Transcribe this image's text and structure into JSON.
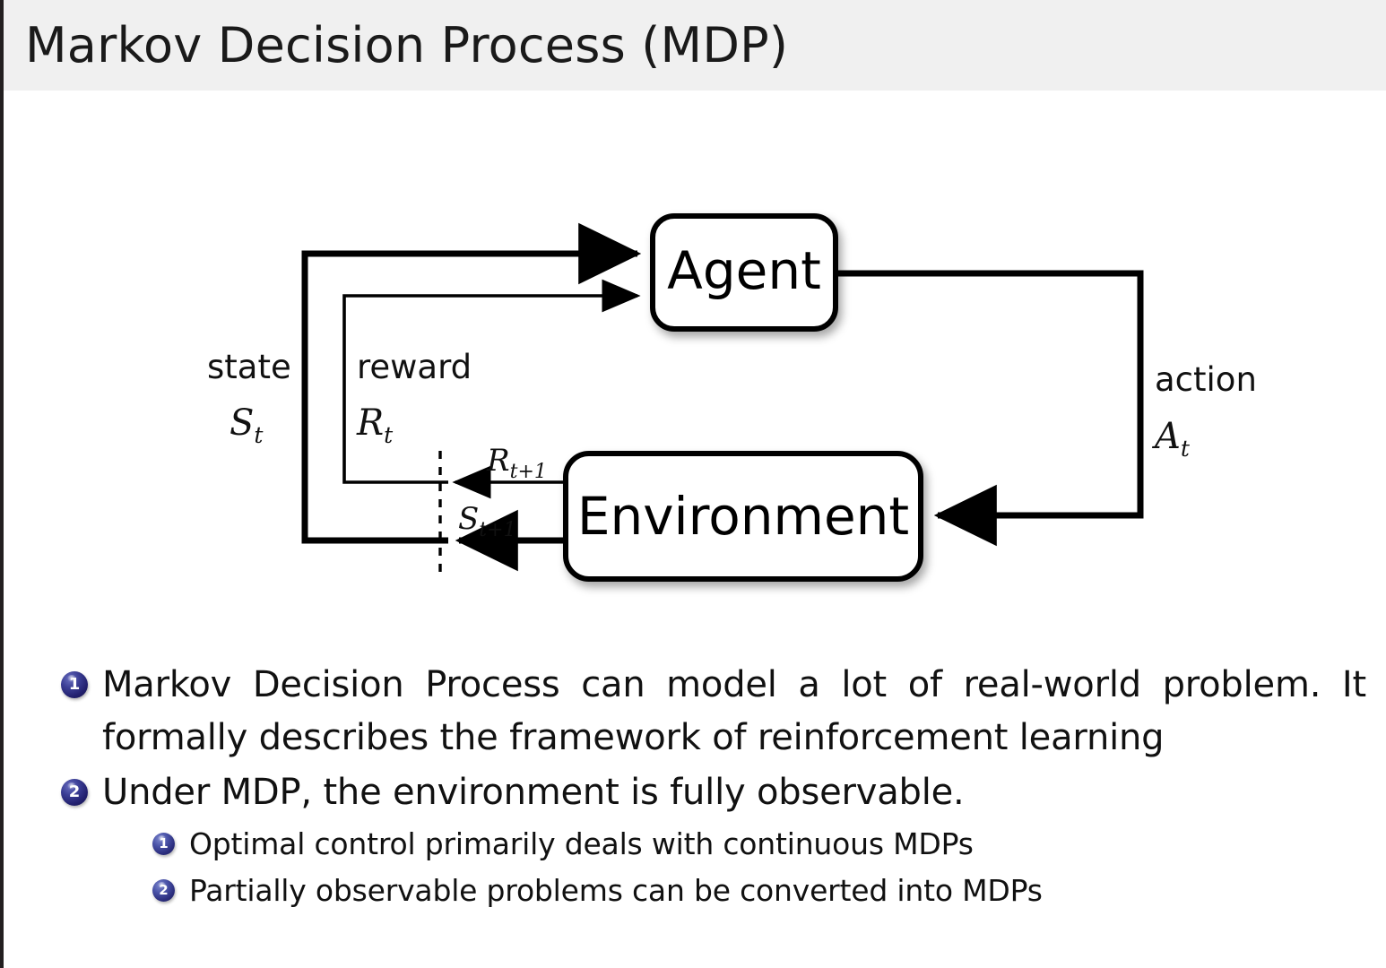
{
  "slide": {
    "title": "Markov Decision Process (MDP)",
    "header_bg": "#f0f0f0",
    "accent": "#22206e",
    "background": "#ffffff"
  },
  "diagram": {
    "name": "agent-environment-interaction-loop",
    "nodes": [
      {
        "id": "agent",
        "label": "Agent"
      },
      {
        "id": "environment",
        "label": "Environment"
      }
    ],
    "edge_labels": {
      "state_word": "state",
      "state_symbol": "S",
      "state_sub": "t",
      "reward_word": "reward",
      "reward_symbol": "R",
      "reward_sub": "t",
      "action_word": "action",
      "action_symbol": "A",
      "action_sub": "t",
      "next_reward_symbol": "R",
      "next_reward_sub": "t+1",
      "next_state_symbol": "S",
      "next_state_sub": "t+1"
    }
  },
  "bullets": [
    {
      "number": "1",
      "level": 1,
      "text": "Markov Decision Process can model a lot of real-world problem. It formally describes the framework of reinforcement learning"
    },
    {
      "number": "2",
      "level": 1,
      "text": "Under MDP, the environment is fully observable."
    },
    {
      "number": "1",
      "level": 2,
      "text": "Optimal control primarily deals with continuous MDPs"
    },
    {
      "number": "2",
      "level": 2,
      "text": "Partially observable problems can be converted into MDPs"
    }
  ]
}
